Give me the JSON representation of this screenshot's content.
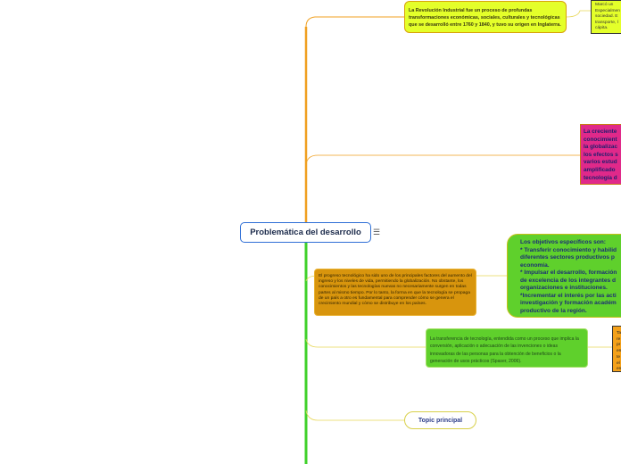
{
  "central_topic": {
    "label": "Problemática del desarrollo",
    "menu_icon": "☰"
  },
  "nodes": {
    "industrial_revolution": "La Revolución Industrial fue un proceso de profundas transformaciones económicas, sociales, culturales y tecnológicas que se desarrolló entre 1760 y 1840, y tuvo su origen en Inglaterra.",
    "top_right_fragment": "Marcó un\nEspecialmen\nsociedad. E\ntransporte, l\ncápita.",
    "magenta_fragment": "La creciente\nconocimient\nla globalizac\nlos efectos s\nvarios estud\namplificado\ntecnología d",
    "objectives": "Los objetivos específicos son:\n* Transferir conocimiento y habilid\ndiferentes sectores productivos p\neconomía.\n* Impulsar el desarrollo, formación\nde excelencia de los integrantes d\norganizaciones e instituciones.\n*Incrementar el interés por las acti\ninvestigación y formación académ\nproductivo de la región.",
    "tech_progress": "El progreso tecnológico ha sido uno de los principales factores del aumento del ingreso y los niveles de vida, permitiendo la globalización. No obstante, los conocimientos y las tecnologías nuevas no necesariamente surgen en todas partes al mismo tiempo. Por lo tanto, la forma en que la tecnología se propaga de un país a otro es fundamental para comprender cómo se genera el crecimiento mundial y cómo se distribuye en los países.",
    "tech_transfer": "La transferencia de tecnología, entendida como un proceso que implica la conversión, aplicación o adecuación de las invenciones o ideas innovadoras de las personas para la obtención de beneficios o la generación de usos prácticos (Spaser, 2006).",
    "orange_right_fragment": "Ta\nre\npr\nen\nte\nel\nen",
    "topic_principal": "Topic principal"
  },
  "colors": {
    "trunk_orange": "#f0a020",
    "trunk_green": "#3fd12a",
    "link_orange": "#f0a020",
    "link_yellow": "#e8d85a",
    "link_green": "#40d02a",
    "central_border": "#2f6fd6",
    "node_yellow": "#e4ff2a",
    "node_magenta": "#e0298a",
    "node_green": "#5fd02c",
    "node_orange": "#d8950d",
    "node_orange_light": "#f4a11a"
  }
}
